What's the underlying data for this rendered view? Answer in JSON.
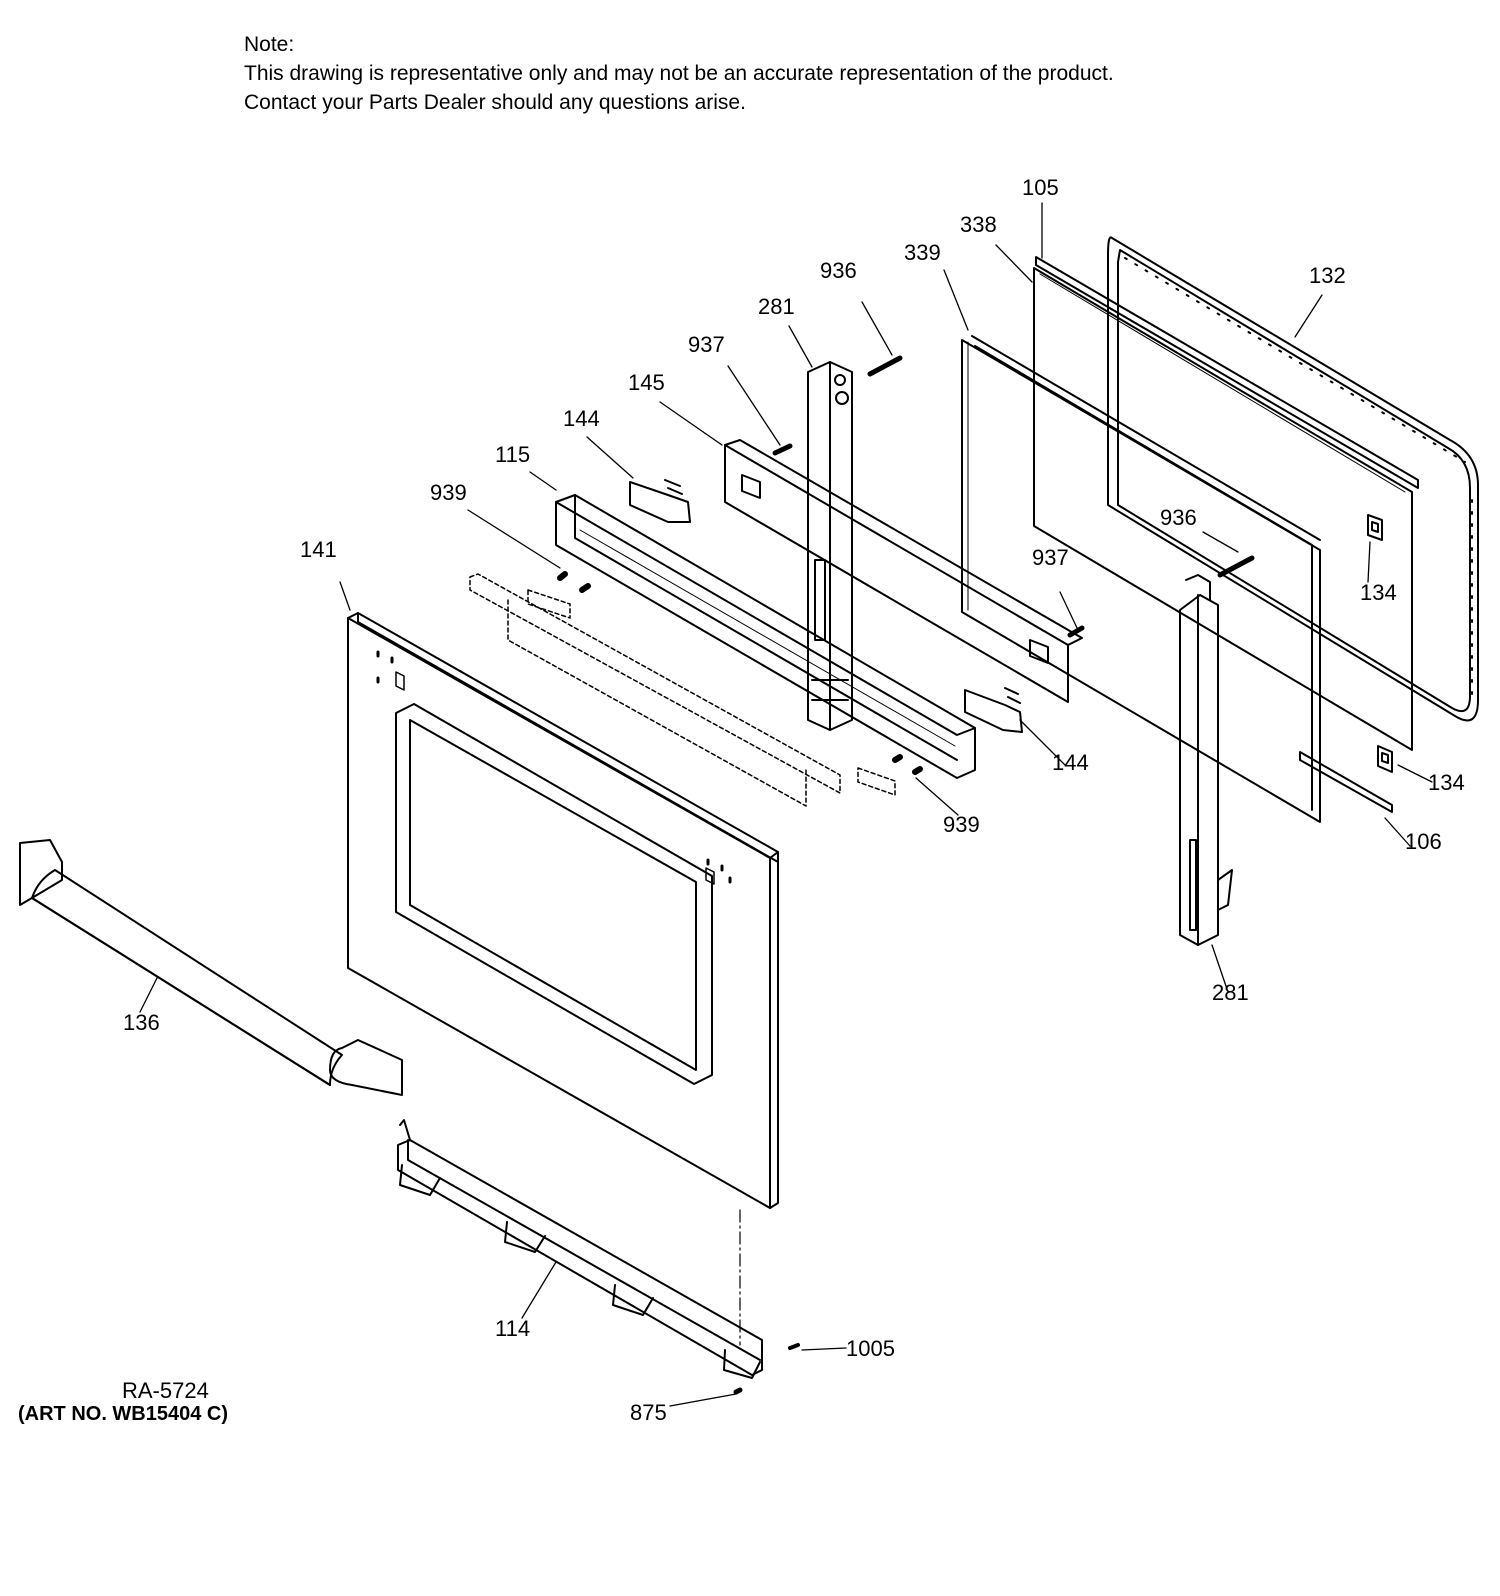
{
  "note": {
    "heading": "Note:",
    "line1": "This drawing is representative only and may not be an accurate representation of the product.",
    "line2": "Contact your Parts Dealer should any questions arise."
  },
  "parts": {
    "p105": "105",
    "p338": "338",
    "p339": "339",
    "p132": "132",
    "p936a": "936",
    "p281a": "281",
    "p937a": "937",
    "p145": "145",
    "p144a": "144",
    "p115": "115",
    "p939a": "939",
    "p141": "141",
    "p936b": "936",
    "p134a": "134",
    "p937b": "937",
    "p144b": "144",
    "p134b": "134",
    "p939b": "939",
    "p106": "106",
    "p281b": "281",
    "p136": "136",
    "p114": "114",
    "p1005": "1005",
    "p875": "875"
  },
  "footer": {
    "ref": "RA-5724",
    "art": "(ART NO. WB15404 C)"
  }
}
